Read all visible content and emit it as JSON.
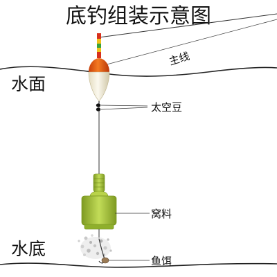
{
  "title": "底钓组装示意图",
  "labels": {
    "main_line": "主线",
    "water_surface": "水面",
    "space_beans": "太空豆",
    "bait_cage": "窝料",
    "bottom": "水底",
    "fish_bait": "鱼饵"
  },
  "colors": {
    "float_tip_red": "#d8301c",
    "float_tip_yellow": "#f2c21a",
    "float_tip_green": "#3aa33a",
    "float_body_orange": "#ea5a0c",
    "float_body_white": "#f7f3e2",
    "cage_green": "#a9c83c",
    "line": "#333333",
    "bead": "#111111",
    "bait_gray": "#c9c9c9"
  }
}
